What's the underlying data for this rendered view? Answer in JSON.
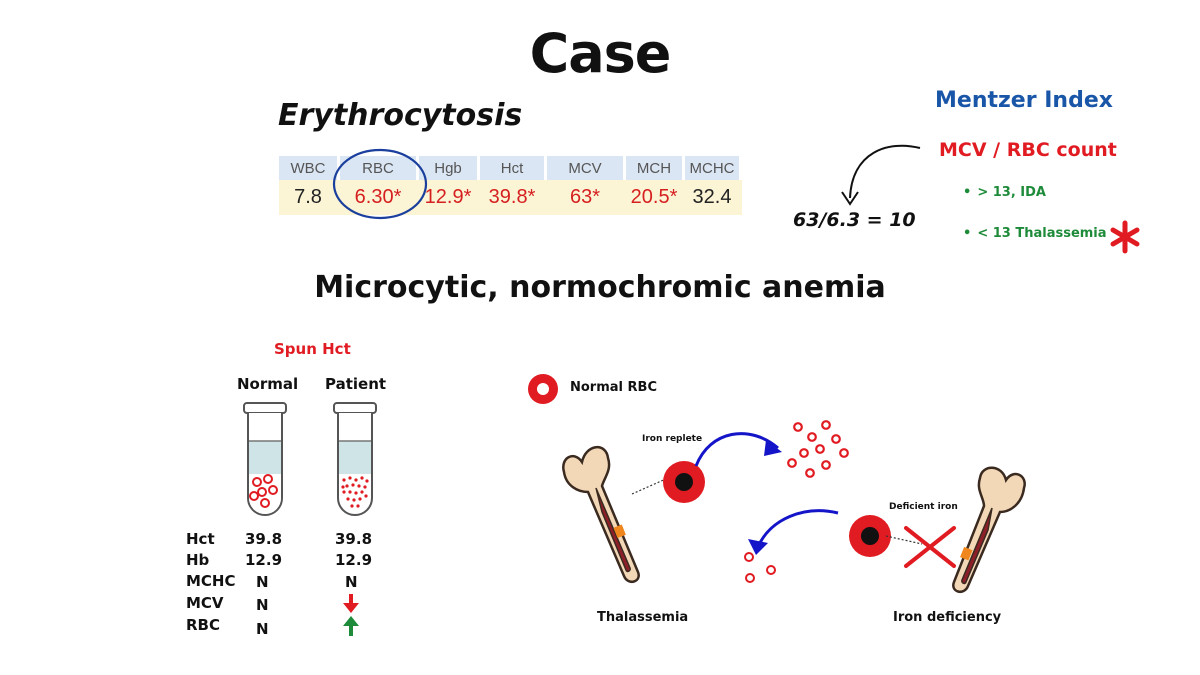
{
  "title": "Case",
  "erythrocytosis": "Erythrocytosis",
  "lab_table": {
    "headers": [
      "WBC",
      "RBC",
      "Hgb",
      "Hct",
      "MCV",
      "MCH",
      "MCHC"
    ],
    "values": [
      {
        "text": "7.8",
        "abnormal": false
      },
      {
        "text": "6.30*",
        "abnormal": true
      },
      {
        "text": "12.9*",
        "abnormal": true
      },
      {
        "text": "39.8*",
        "abnormal": true
      },
      {
        "text": "63*",
        "abnormal": true
      },
      {
        "text": "20.5*",
        "abnormal": true
      },
      {
        "text": "32.4",
        "abnormal": false
      }
    ]
  },
  "mentzer": {
    "title": "Mentzer Index",
    "formula": "MCV / RBC count",
    "items": [
      "> 13, IDA",
      "< 13 Thalassemia"
    ],
    "calculation": "63/6.3 = 10",
    "mark": "*"
  },
  "diagnosis": "Microcytic, normochromic anemia",
  "spun_hct": {
    "title": "Spun Hct",
    "columns": [
      "Normal",
      "Patient"
    ],
    "rows": [
      {
        "label": "Hct",
        "normal": "39.8",
        "patient": "39.8"
      },
      {
        "label": "Hb",
        "normal": "12.9",
        "patient": "12.9"
      },
      {
        "label": "MCHC",
        "normal": "N",
        "patient": "N"
      },
      {
        "label": "MCV",
        "normal": "N",
        "patient": "down-arrow"
      },
      {
        "label": "RBC",
        "normal": "N",
        "patient": "up-arrow"
      }
    ]
  },
  "rbc_diagram": {
    "legend": "Normal RBC",
    "iron_replete": "Iron replete",
    "deficient_iron": "Deficient iron",
    "thalassemia": "Thalassemia",
    "iron_deficiency": "Iron deficiency"
  },
  "colors": {
    "red": "#e11b22",
    "blue": "#1a56a8",
    "green": "#1e8b3a",
    "bone": "#f3d8b8",
    "arrow_blue": "#1414c8"
  }
}
